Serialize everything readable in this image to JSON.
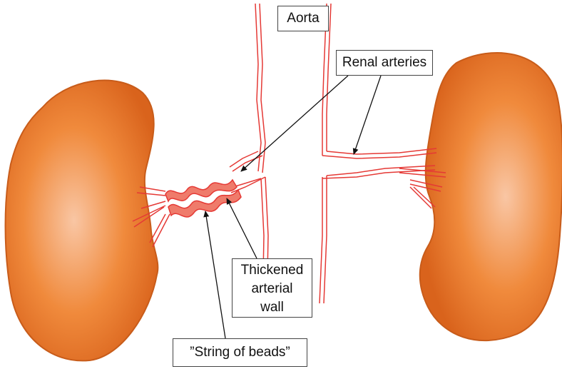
{
  "labels": {
    "aorta": "Aorta",
    "renal_arteries": "Renal arteries",
    "thickened_wall": [
      "Thickened",
      "arterial",
      "wall"
    ],
    "string_of_beads": "”String of beads”"
  },
  "colors": {
    "kidney_center": "#f9c6a4",
    "kidney_mid": "#f08a3c",
    "kidney_edge": "#d9631c",
    "kidney_outline": "#c85c1a",
    "vessel": "#e53935",
    "vessel_fill": "#ffffff",
    "thickened_fill": "#ef7b6b",
    "arrow": "#111111"
  }
}
